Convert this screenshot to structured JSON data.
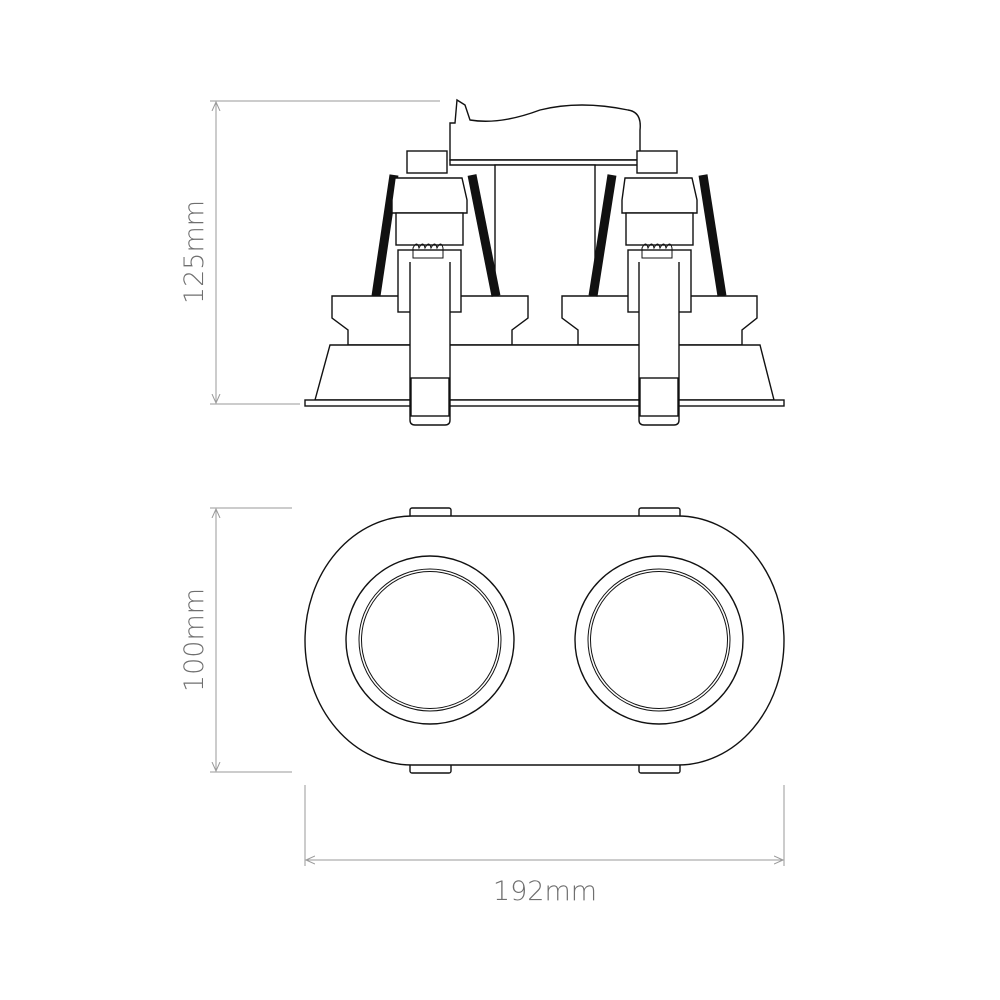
{
  "dimensions": {
    "height_label": "125mm",
    "depth_label": "100mm",
    "width_label": "192mm"
  },
  "colors": {
    "line": "#111111",
    "dimension": "#9a9a9a",
    "dimension_text": "#6f6f6f"
  }
}
